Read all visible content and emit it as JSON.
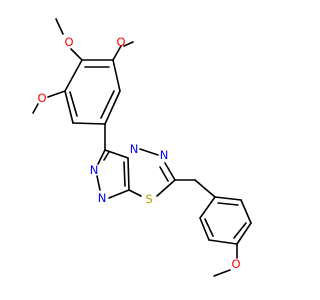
{
  "colors": {
    "bond": "#000000",
    "oxygen": "#ff0000",
    "nitrogen": "#0000ff",
    "sulfur": "#b8a000",
    "background": "#ffffff"
  },
  "atoms": {
    "o1": "O",
    "o2": "O",
    "o3": "O",
    "o4": "O",
    "n1": "N",
    "n2": "N",
    "n3": "N",
    "n4": "N",
    "s1": "S"
  }
}
